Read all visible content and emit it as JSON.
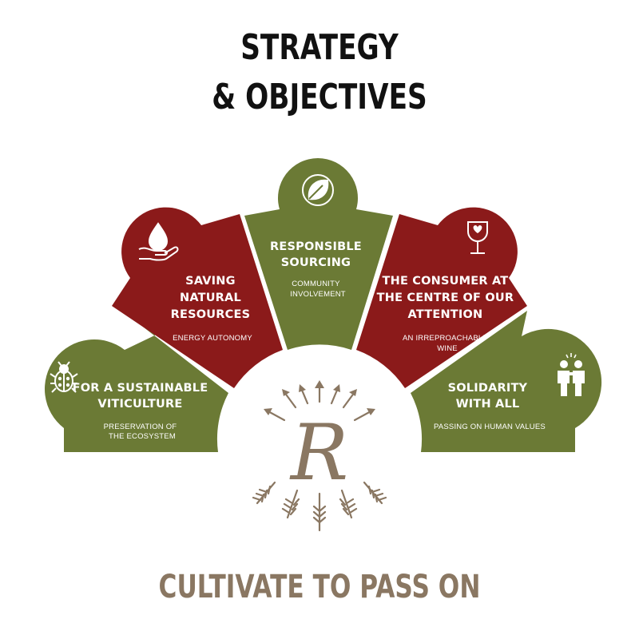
{
  "title": {
    "line1": "STRATEGY",
    "line2": "& OBJECTIVES"
  },
  "colors": {
    "green": "#6b7a35",
    "red": "#8b1a1a",
    "brown": "#8a7762",
    "dark": "#111111"
  },
  "segments": [
    {
      "title_lines": [
        "FOR A SUSTAINABLE",
        "VITICULTURE"
      ],
      "subtitle_lines": [
        "PRESERVATION OF",
        "THE ECOSYSTEM"
      ],
      "icon": "ladybug-icon",
      "color": "green"
    },
    {
      "title_lines": [
        "SAVING",
        "NATURAL",
        "RESOURCES"
      ],
      "subtitle_lines": [
        "ENERGY AUTONOMY"
      ],
      "icon": "water-drop-hand-icon",
      "color": "red"
    },
    {
      "title_lines": [
        "RESPONSIBLE",
        "SOURCING"
      ],
      "subtitle_lines": [
        "COMMUNITY",
        "INVOLVEMENT"
      ],
      "icon": "leaf-icon",
      "color": "green"
    },
    {
      "title_lines": [
        "THE CONSUMER AT",
        "THE CENTRE OF OUR",
        "ATTENTION"
      ],
      "subtitle_lines": [
        "AN IRREPROACHABLE",
        "WINE"
      ],
      "icon": "wine-glass-heart-icon",
      "color": "red"
    },
    {
      "title_lines": [
        "SOLIDARITY",
        "WITH ALL"
      ],
      "subtitle_lines": [
        "PASSING ON HUMAN VALUES"
      ],
      "icon": "people-icon",
      "color": "green"
    }
  ],
  "logo": {
    "monogram": "R",
    "icon": "arrows-wheat-emblem"
  },
  "footer": "CULTIVATE TO PASS ON"
}
